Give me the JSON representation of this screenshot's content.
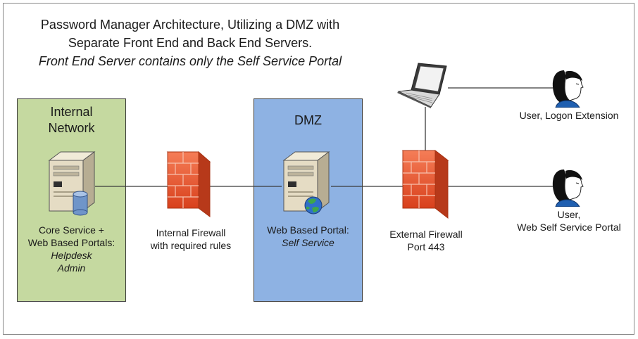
{
  "title": {
    "line1": "Password Manager Architecture, Utilizing a DMZ with",
    "line2": "Separate Front End and Back End Servers.",
    "line3": "Front End Server contains only the Self Service Portal"
  },
  "zones": {
    "internal": {
      "title_line1": "Internal",
      "title_line2": "Network",
      "color": "#c5d9a0"
    },
    "dmz": {
      "title": "DMZ",
      "color": "#8eb2e3"
    }
  },
  "core_server": {
    "label_line1": "Core Service +",
    "label_line2": "Web Based Portals:",
    "label_line3": "Helpdesk",
    "label_line4": "Admin",
    "icon": "server-database-icon"
  },
  "internal_firewall": {
    "label_line1": "Internal Firewall",
    "label_line2": "with required rules",
    "icon": "firewall-icon"
  },
  "web_server": {
    "label_line1": "Web Based Portal:",
    "label_line2": "Self Service",
    "icon": "server-globe-icon"
  },
  "external_firewall": {
    "label_line1": "External Firewall",
    "label_line2": "Port 443",
    "icon": "firewall-icon"
  },
  "laptop": {
    "icon": "laptop-icon"
  },
  "user_logon": {
    "label": "User, Logon Extension",
    "icon": "user-icon"
  },
  "user_portal": {
    "label_line1": "User,",
    "label_line2": "Web Self Service Portal",
    "icon": "user-icon"
  },
  "colors": {
    "firewall": "#e8552e",
    "line": "#3a3a3a"
  }
}
